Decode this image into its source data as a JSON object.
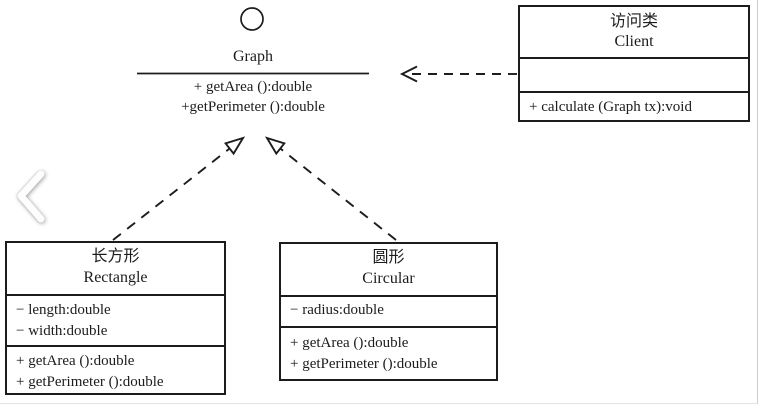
{
  "colors": {
    "line": "#1c1c1c",
    "background": "#ffffff"
  },
  "nodes": {
    "graph_interface": {
      "name": "Graph",
      "methods": [
        "+ getArea ():double",
        "+getPerimeter ():double"
      ]
    },
    "client": {
      "name_cn": "访问类",
      "name_en": "Client",
      "attributes": [],
      "methods": [
        "+ calculate (Graph tx):void"
      ]
    },
    "rectangle": {
      "name_cn": "长方形",
      "name_en": "Rectangle",
      "attributes": [
        "− length:double",
        "− width:double"
      ],
      "methods": [
        "+ getArea ():double",
        "+ getPerimeter ():double"
      ]
    },
    "circular": {
      "name_cn": "圆形",
      "name_en": "Circular",
      "attributes": [
        "− radius:double"
      ],
      "methods": [
        "+ getArea ():double",
        "+ getPerimeter ():double"
      ]
    }
  },
  "relations": [
    {
      "from": "Client",
      "to": "Graph",
      "type": "dependency",
      "line": "dashed",
      "head": "open-arrow"
    },
    {
      "from": "Rectangle",
      "to": "Graph",
      "type": "realization",
      "line": "dashed",
      "head": "hollow-triangle"
    },
    {
      "from": "Circular",
      "to": "Graph",
      "type": "realization",
      "line": "dashed",
      "head": "hollow-triangle"
    }
  ]
}
